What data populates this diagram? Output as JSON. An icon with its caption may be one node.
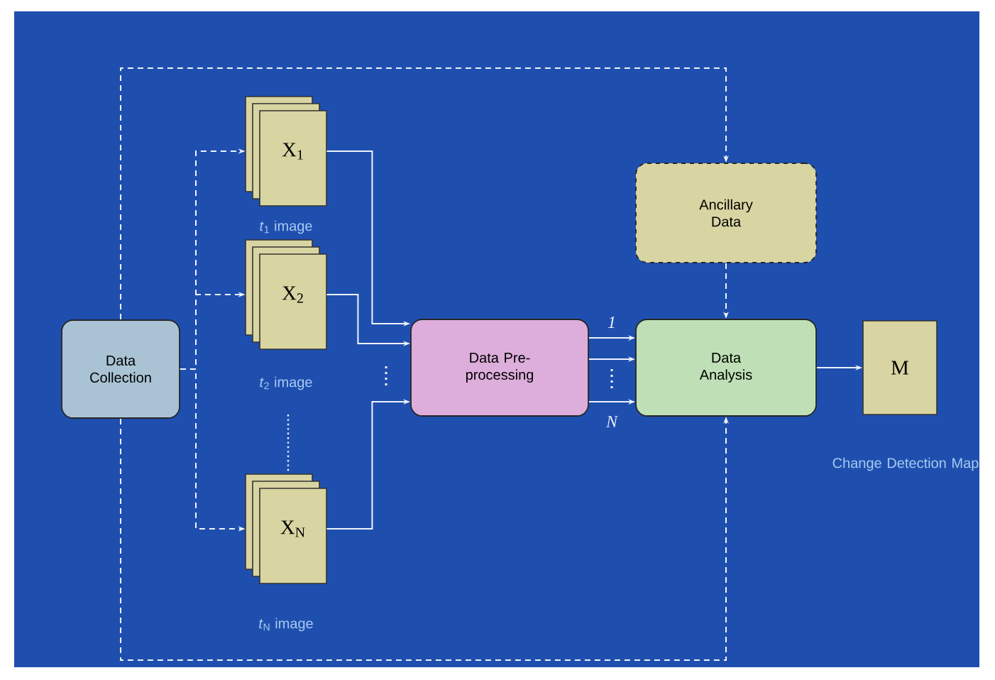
{
  "diagram": {
    "nodes": [
      {
        "text": [
          "Data Collection"
        ]
      },
      {
        "text": [
          "X$_{1}$"
        ],
        "beside": [
          "*t*$_{1}$ image"
        ]
      },
      {
        "text": [
          "X$_{2}$"
        ],
        "beside": [
          "*t*$_{2}$ image"
        ]
      },
      {
        "text": [
          "X$_{N}$"
        ],
        "beside": [
          "*t*$_{N}$ image"
        ]
      },
      {
        "text": [
          "Data Pre-processing"
        ]
      },
      {
        "text": [
          "Ancillary Data"
        ]
      },
      {
        "text": [
          "Data Analysis"
        ]
      },
      {
        "text": [
          "M"
        ],
        "beside": [
          "Change Detection Map"
        ]
      }
    ],
    "edges": [
      {
        "from": 0,
        "to": 1,
        "arrow": "to",
        "style": "dashed"
      },
      {
        "from": 0,
        "to": 2,
        "arrow": "to",
        "style": "dashed"
      },
      {
        "from": 0,
        "to": 3,
        "arrow": "to",
        "style": "dashed"
      },
      {
        "from": 0,
        "to": 5,
        "arrow": "to",
        "style": "dashed"
      },
      {
        "from": 0,
        "to": 6,
        "arrow": "to",
        "style": "dashed"
      },
      {
        "from": 5,
        "to": 6,
        "arrow": "to",
        "style": "dashed"
      },
      {
        "from": 1,
        "to": 4,
        "arrow": "to"
      },
      {
        "from": 2,
        "to": 4,
        "arrow": "to"
      },
      {
        "from": 3,
        "to": 4,
        "arrow": "to"
      },
      {
        "from": 4,
        "to": 6,
        "arrow": "to",
        "label": "1"
      },
      {
        "from": 4,
        "to": 6,
        "arrow": "to"
      },
      {
        "from": 4,
        "to": 6,
        "arrow": "to",
        "label": "N"
      },
      {
        "from": 6,
        "to": 7,
        "arrow": "to"
      }
    ]
  }
}
